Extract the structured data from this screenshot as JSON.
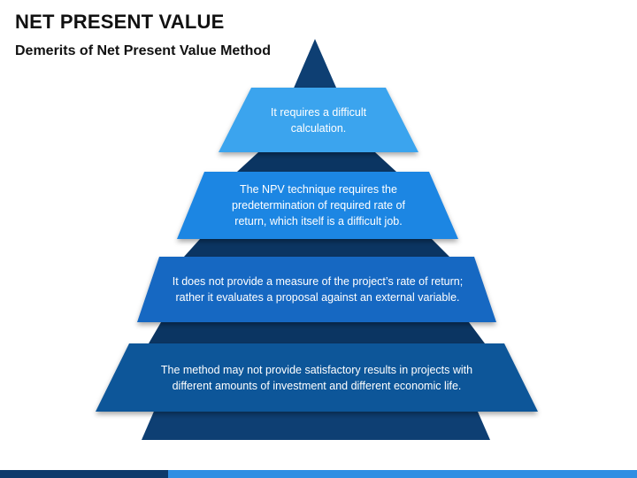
{
  "title": "NET PRESENT VALUE",
  "subtitle": "Demerits of Net Present Value Method",
  "colors": {
    "pyramid_core": "#0e3f73",
    "band1": "#3aa4ee",
    "band2": "#1e86e3",
    "band3": "#1467c2",
    "band4": "#0f5799",
    "footer_dark": "#0d3a6b",
    "footer_light": "#2f8ee3"
  },
  "bands": [
    {
      "text": "It requires a difficult calculation."
    },
    {
      "text": "The NPV technique requires the predetermination of required rate of return, which itself is a difficult job."
    },
    {
      "text": "It does not provide a measure of the project’s rate of return; rather it evaluates a proposal against an external variable."
    },
    {
      "text": "The method may not provide satisfactory results in projects with different amounts of investment and different economic life."
    }
  ]
}
